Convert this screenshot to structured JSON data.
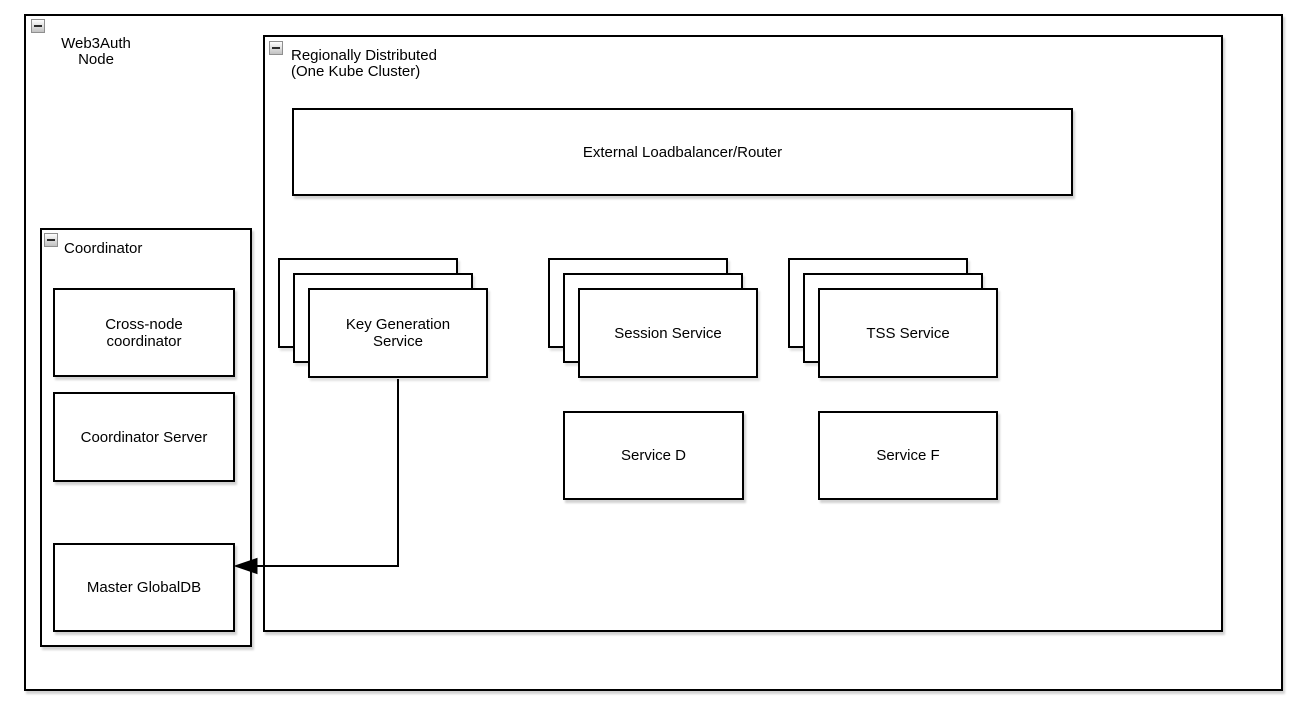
{
  "colors": {
    "stroke": "#000000",
    "fill": "#ffffff",
    "collapse_icon_fill": "#d9d9d9",
    "collapse_icon_border": "#8f8f8f",
    "background": "#ffffff"
  },
  "groups": {
    "web3auth_node": {
      "label": "Web3Auth\nNode",
      "collapse_icon": "minus-icon",
      "collapsed": false
    },
    "regionally_distributed": {
      "label": "Regionally Distributed\n(One Kube Cluster)",
      "collapse_icon": "minus-icon",
      "collapsed": false
    },
    "coordinator": {
      "label": "Coordinator",
      "collapse_icon": "minus-icon",
      "collapsed": false
    }
  },
  "nodes": {
    "external_loadbalancer": {
      "label": "External Loadbalancer/Router",
      "stacked": false
    },
    "cross_node_coordinator": {
      "label": "Cross-node\ncoordinator",
      "stacked": false
    },
    "coordinator_server": {
      "label": "Coordinator Server",
      "stacked": false
    },
    "master_globaldb": {
      "label": "Master GlobalDB",
      "stacked": false
    },
    "key_generation_service": {
      "label": "Key Generation\nService",
      "stacked": true
    },
    "session_service": {
      "label": "Session Service",
      "stacked": true
    },
    "tss_service": {
      "label": "TSS Service",
      "stacked": true
    },
    "service_d": {
      "label": "Service D",
      "stacked": false
    },
    "service_f": {
      "label": "Service F",
      "stacked": false
    }
  },
  "edges": [
    {
      "from": "Key Generation Service",
      "to": "Master GlobalDB",
      "style": "orthogonal",
      "arrow": "filled-triangle-left"
    }
  ]
}
